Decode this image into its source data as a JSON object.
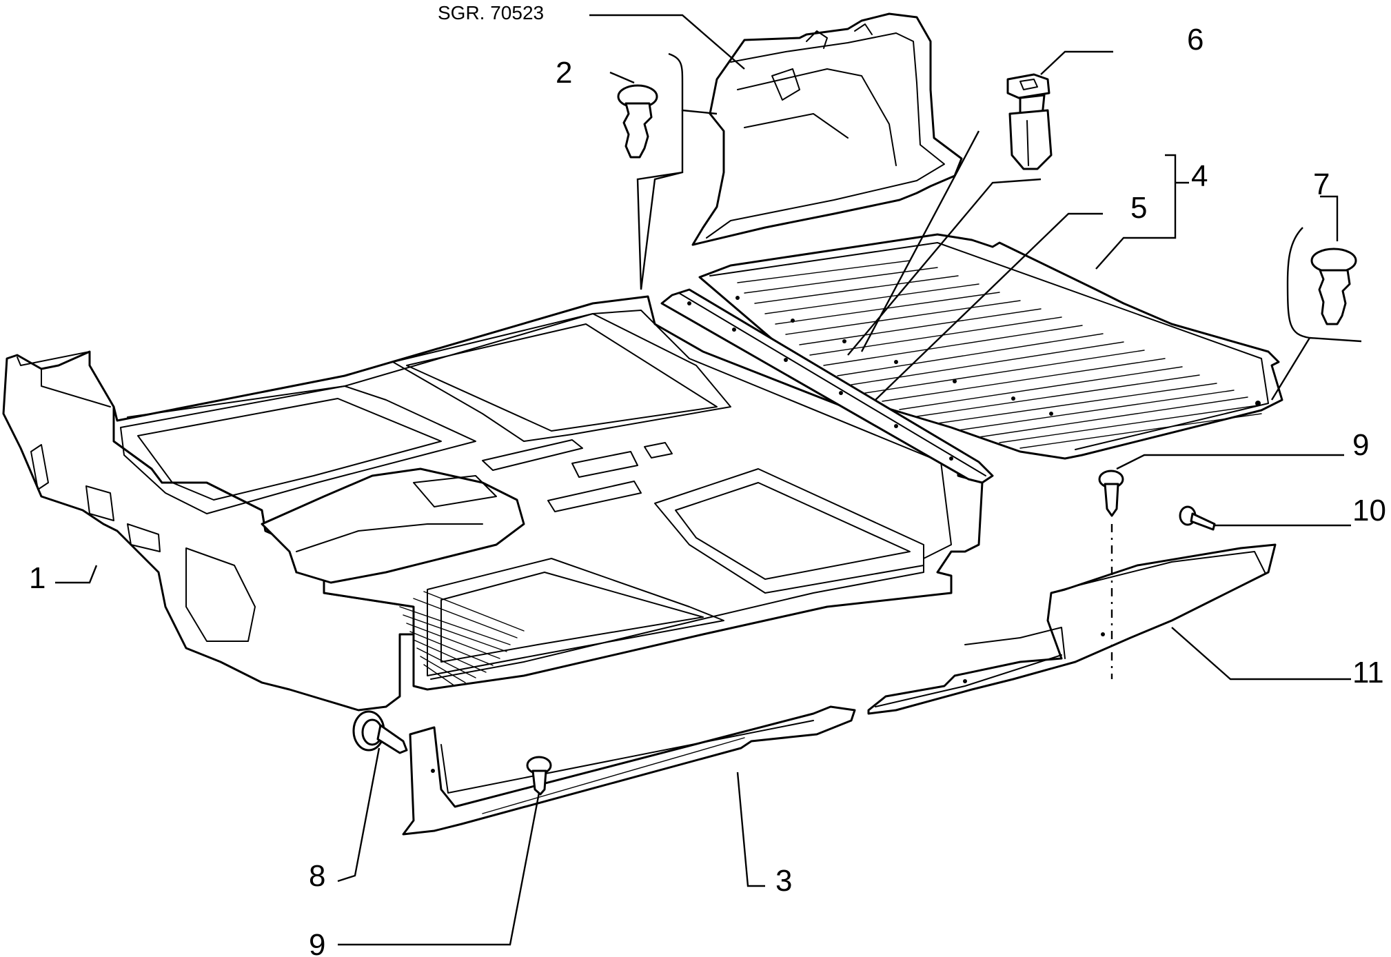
{
  "drawing": {
    "reference": "SGR. 70523",
    "callouts": [
      "1",
      "2",
      "3",
      "4",
      "5",
      "6",
      "7",
      "8",
      "9",
      "9",
      "10",
      "11"
    ]
  }
}
